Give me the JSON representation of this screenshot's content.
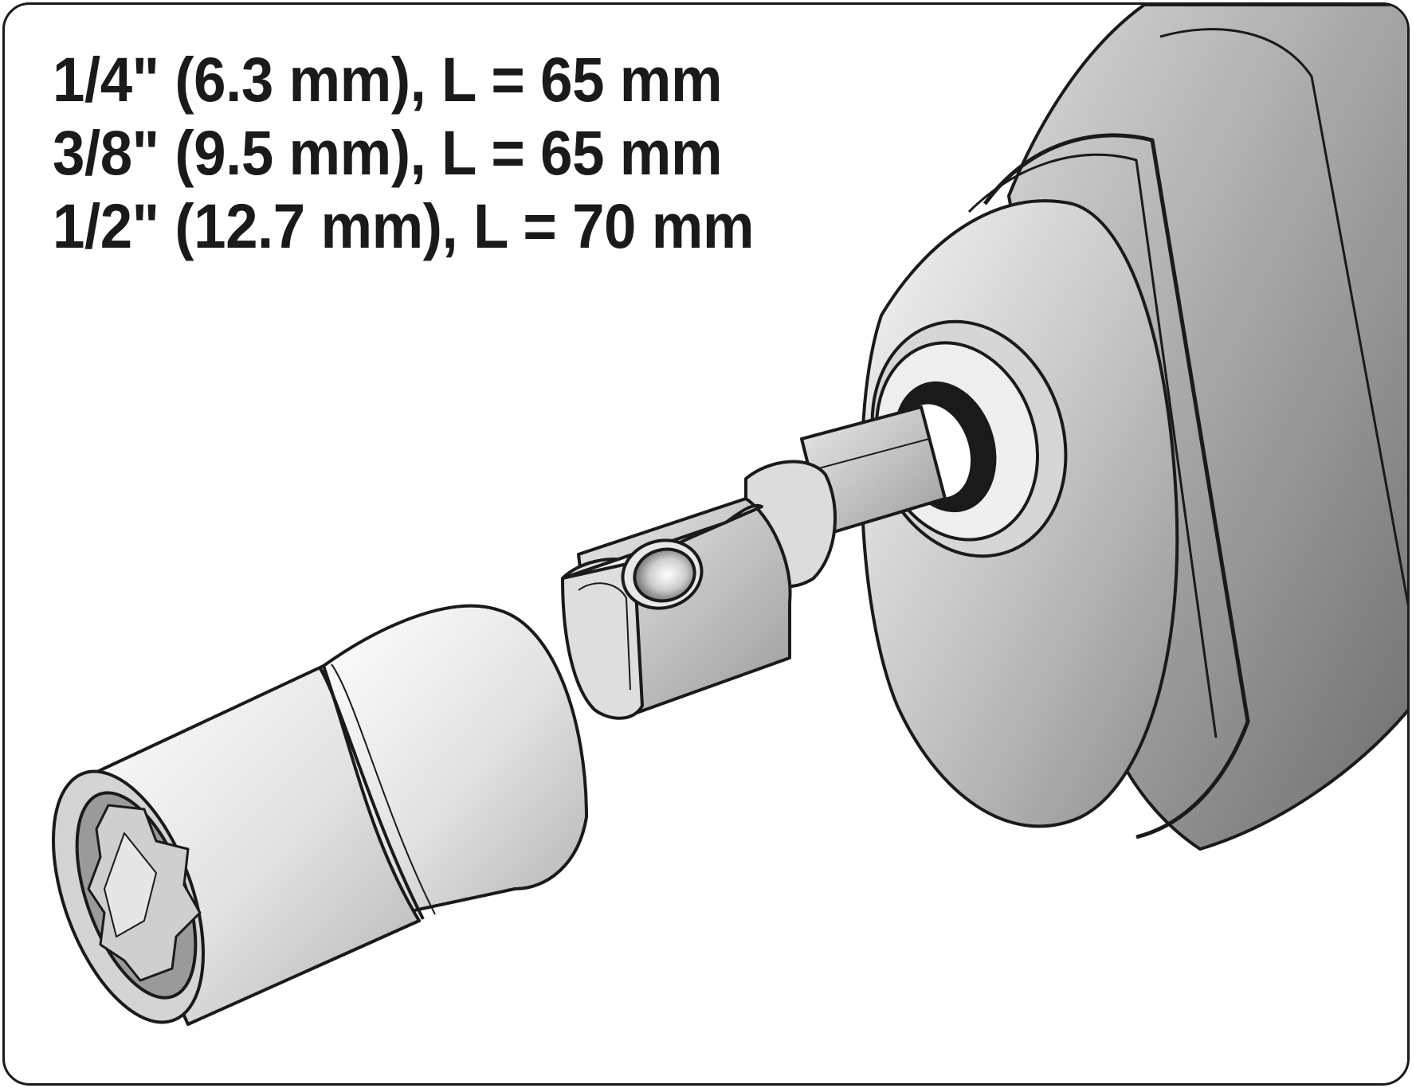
{
  "specs": [
    "1/4\" (6.3 mm), L = 65 mm",
    "3/8\" (9.5 mm), L = 65 mm",
    "1/2\" (12.7 mm), L = 70 mm"
  ],
  "icons": [
    "drill-chuck-icon",
    "adapter-shaft-icon",
    "socket-icon"
  ],
  "colors": {
    "outline": "#1a1a1a",
    "metal_light": "#f2f2f2",
    "metal_mid": "#c8c8c8",
    "metal_dark": "#8c8c8c",
    "chuck_body": "#9a9a9a"
  }
}
